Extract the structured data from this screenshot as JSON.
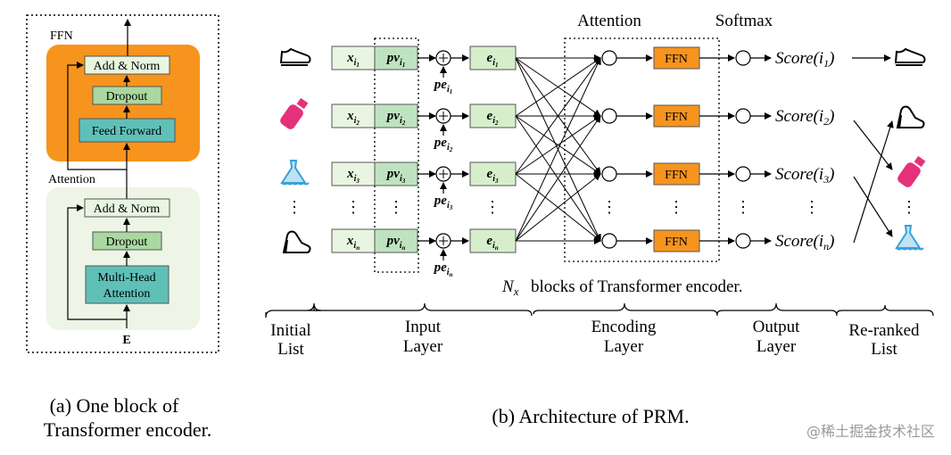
{
  "panel_a": {
    "ffn_label": "FFN",
    "attention_label": "Attention",
    "add_norm_top": "Add & Norm",
    "dropout_top": "Dropout",
    "feed_forward": "Feed Forward",
    "add_norm_bottom": "Add & Norm",
    "dropout_bottom": "Dropout",
    "mha_line1": "Multi-Head",
    "mha_line2": "Attention",
    "input": "E",
    "caption_line1": "(a) One block of",
    "caption_line2": "Transformer encoder."
  },
  "panel_b": {
    "attention_header": "Attention",
    "softmax_header": "Softmax",
    "ffn_label": "FFN",
    "rows": [
      {
        "x_sub": "1",
        "score_sub": "1"
      },
      {
        "x_sub": "2",
        "score_sub": "2"
      },
      {
        "x_sub": "3",
        "score_sub": "3"
      },
      {
        "x_sub": "n",
        "score_sub": "n"
      }
    ],
    "nx_text": "blocks of Transformer encoder.",
    "stages": [
      {
        "line1": "Initial",
        "line2": "List"
      },
      {
        "line1": "Input",
        "line2": "Layer"
      },
      {
        "line1": "Encoding",
        "line2": "Layer"
      },
      {
        "line1": "Output",
        "line2": "Layer"
      },
      {
        "line1": "Re-ranked",
        "line2": "List"
      }
    ],
    "caption": "(b) Architecture of PRM."
  },
  "watermark": "@稀土掘金技术社区",
  "colors": {
    "ffn_orange": "#f7941d",
    "attention_green": "#eef5e6",
    "box_green": "#a9d8a1",
    "box_teal": "#5fc0b8",
    "x_box": "#e8f5e0",
    "pv_box": "#bfe3c0",
    "e_box": "#d7eecb",
    "ffn_small": "#f7941d",
    "pink": "#e5317a",
    "blue_dress": "#3aa0d8"
  }
}
